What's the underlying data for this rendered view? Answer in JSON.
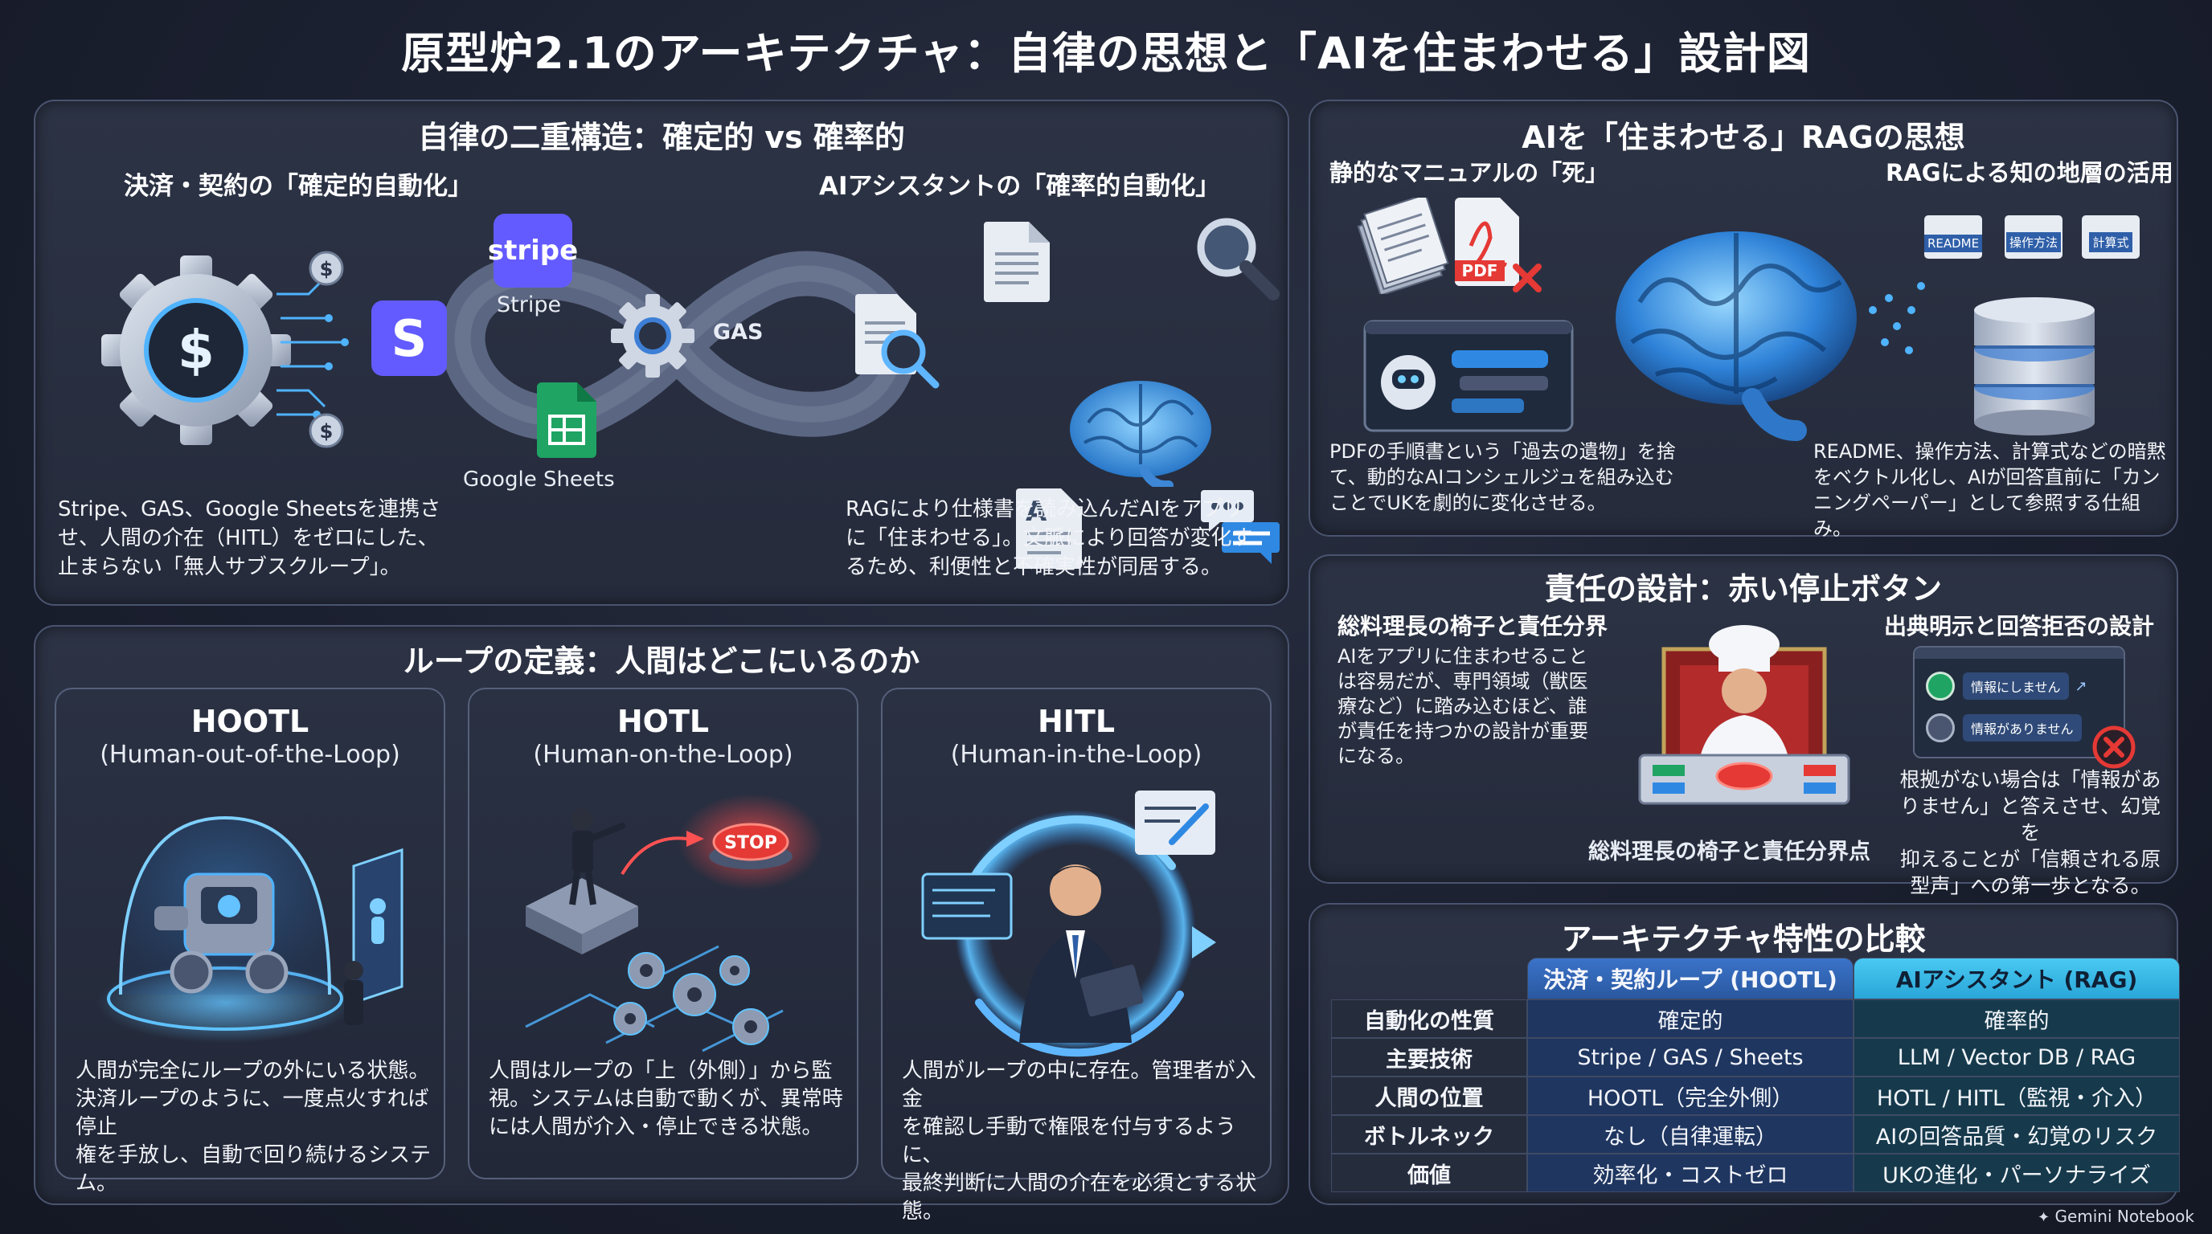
{
  "title": "原型炉2.1のアーキテクチャ：自律の思想と「AIを住まわせる」設計図",
  "dual": {
    "title": "自律の二重構造：確定的 vs 確率的",
    "left_subtitle": "決済・契約の「確定的自動化」",
    "right_subtitle": "AIアシスタントの「確率的自動化」",
    "stripe_logo": "stripe",
    "stripe_label": "Stripe",
    "gas_label": "GAS",
    "sheets_label": "Google Sheets",
    "left_text": [
      "Stripe、GAS、Google Sheetsを連携さ",
      "せ、人間の介在（HITL）をゼロにした、",
      "止まらない「無人サブスクループ」。"
    ],
    "right_text": [
      "RAGにより仕様書を読み込んだAIをアプリ",
      "に「住まわせる」。文脈により回答が変化す",
      "るため、利便性と不確実性が同居する。"
    ]
  },
  "rag": {
    "title": "AIを「住まわせる」RAGの思想",
    "left_subtitle": "静的なマニュアルの「死」",
    "right_subtitle": "RAGによる知の地層の活用",
    "pdf_label": "PDF",
    "doc_tags": [
      "README",
      "操作方法",
      "計算式"
    ],
    "left_text": [
      "PDFの手順書という「過去の遺物」を捨",
      "て、動的なAIコンシェルジュを組み込む",
      "ことでUKを劇的に変化させる。"
    ],
    "right_text": [
      "README、操作方法、計算式などの暗黙",
      "をベクトル化し、AIが回答直前に「カン",
      "ニングペーパー」として参照する仕組み。"
    ]
  },
  "loop": {
    "title": "ループの定義：人間はどこにいるのか",
    "cards": [
      {
        "name": "HOOTL",
        "full": "(Human-out-of-the-Loop)",
        "text": [
          "人間が完全にループの外にいる状態。",
          "決済ループのように、一度点火すれば停止",
          "権を手放し、自動で回り続けるシステム。"
        ]
      },
      {
        "name": "HOTL",
        "full": "(Human-on-the-Loop)",
        "stop": "STOP",
        "text": [
          "人間はループの「上（外側）」から監",
          "視。システムは自動で動くが、異常時",
          "には人間が介入・停止できる状態。"
        ]
      },
      {
        "name": "HITL",
        "full": "(Human-in-the-Loop)",
        "text": [
          "人間がループの中に存在。管理者が入金",
          "を確認し手動で権限を付与するように、",
          "最終判断に人間の介在を必須とする状態。"
        ]
      }
    ]
  },
  "resp": {
    "title": "責任の設計：赤い停止ボタン",
    "left_subtitle": "総料理長の椅子と責任分界",
    "right_subtitle": "出典明示と回答拒否の設計",
    "left_text": [
      "AIをアプリに住まわせること",
      "は容易だが、専門領域（獣医",
      "療など）に踏み込むほど、誰",
      "が責任を持つかの設計が重要",
      "になる。"
    ],
    "caption": "総料理長の椅子と責任分界点",
    "chat_1": "情報にしません",
    "chat_2": "情報がありません",
    "right_text": [
      "根拠がない場合は「情報があ",
      "りません」と答えさせ、幻覚を",
      "抑えることが「信頼される原",
      "型声」への第一歩となる。"
    ]
  },
  "compare": {
    "title": "アーキテクチャ特性の比較",
    "col1": "決済・契約ループ (HOOTL)",
    "col2": "AIアシスタント (RAG)",
    "rows": [
      {
        "label": "自動化の性質",
        "a": "確定的",
        "b": "確率的"
      },
      {
        "label": "主要技術",
        "a": "Stripe / GAS / Sheets",
        "b": "LLM / Vector DB / RAG"
      },
      {
        "label": "人間の位置",
        "a": "HOOTL（完全外側）",
        "b": "HOTL / HITL（監視・介入）"
      },
      {
        "label": "ボトルネック",
        "a": "なし（自律運転）",
        "b": "AIの回答品質・幻覚のリスク"
      },
      {
        "label": "価値",
        "a": "効率化・コストゼロ",
        "b": "UKの進化・パーソナライズ"
      }
    ]
  },
  "footer": "Gemini Notebook",
  "colors": {
    "accent_blue": "#3fa9f5",
    "stop_red": "#e53935",
    "stripe_purple": "#635bff",
    "sheets_green": "#1fa463"
  }
}
